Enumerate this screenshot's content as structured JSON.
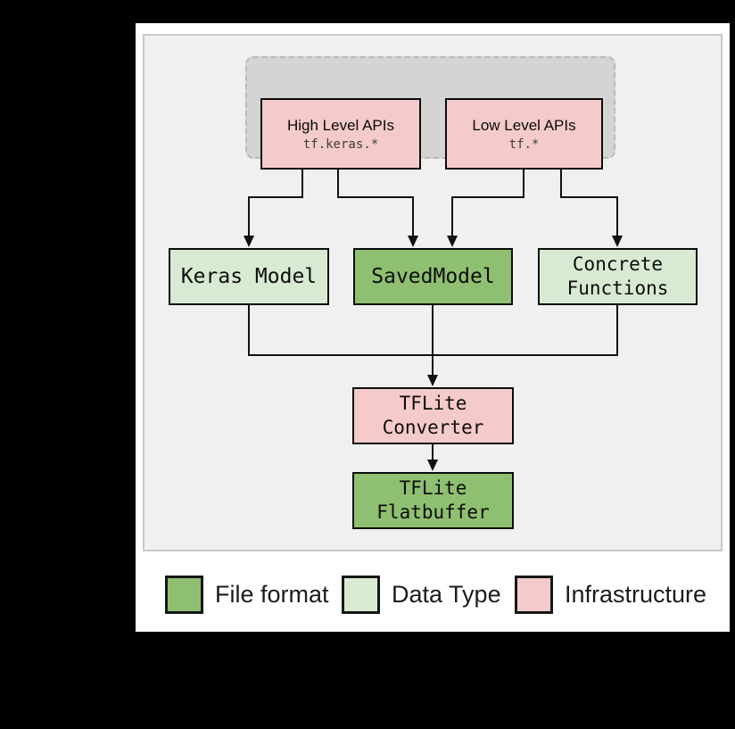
{
  "figure": {
    "api_container": {
      "boxes": [
        {
          "title": "High Level APIs",
          "code": "tf.keras.*"
        },
        {
          "title": "Low Level APIs",
          "code": "tf.*"
        }
      ]
    },
    "nodes": {
      "keras_model": {
        "label": "Keras Model"
      },
      "saved_model": {
        "label": "SavedModel"
      },
      "concrete_functions": {
        "line1": "Concrete",
        "line2": "Functions"
      },
      "tflite_converter": {
        "line1": "TFLite",
        "line2": "Converter"
      },
      "tflite_flatbuffer": {
        "line1": "TFLite",
        "line2": "Flatbuffer"
      }
    }
  },
  "legend": {
    "items": [
      {
        "label": "File format",
        "swatch_color": "#8fbf70"
      },
      {
        "label": "Data Type",
        "swatch_color": "#d9ead3"
      },
      {
        "label": "Infrastructure",
        "swatch_color": "#f4cbca"
      }
    ]
  },
  "colors": {
    "file_format_green": "#8fbf70",
    "data_type_green": "#d9ead3",
    "infrastructure_pink": "#f4cbca",
    "connector_black": "#111111",
    "panel_gray": "#f0f0f0",
    "api_container_gray": "#d4d4d4"
  }
}
